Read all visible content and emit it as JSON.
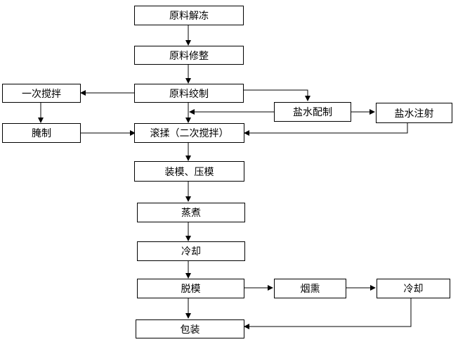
{
  "diagram": {
    "steps": {
      "thaw": "原料解冻",
      "trim": "原料修整",
      "mince": "原料绞制",
      "first_mix": "一次搅拌",
      "brine_prep": "盐水配制",
      "brine_inject": "盐水注射",
      "cure": "腌制",
      "tumble": "滚揉（二次搅拌）",
      "mold_press": "装模、压模",
      "cook": "蒸煮",
      "cool": "冷却",
      "demold": "脱模",
      "smoke": "烟熏",
      "cool_after_smoke": "冷却",
      "package": "包装"
    }
  }
}
